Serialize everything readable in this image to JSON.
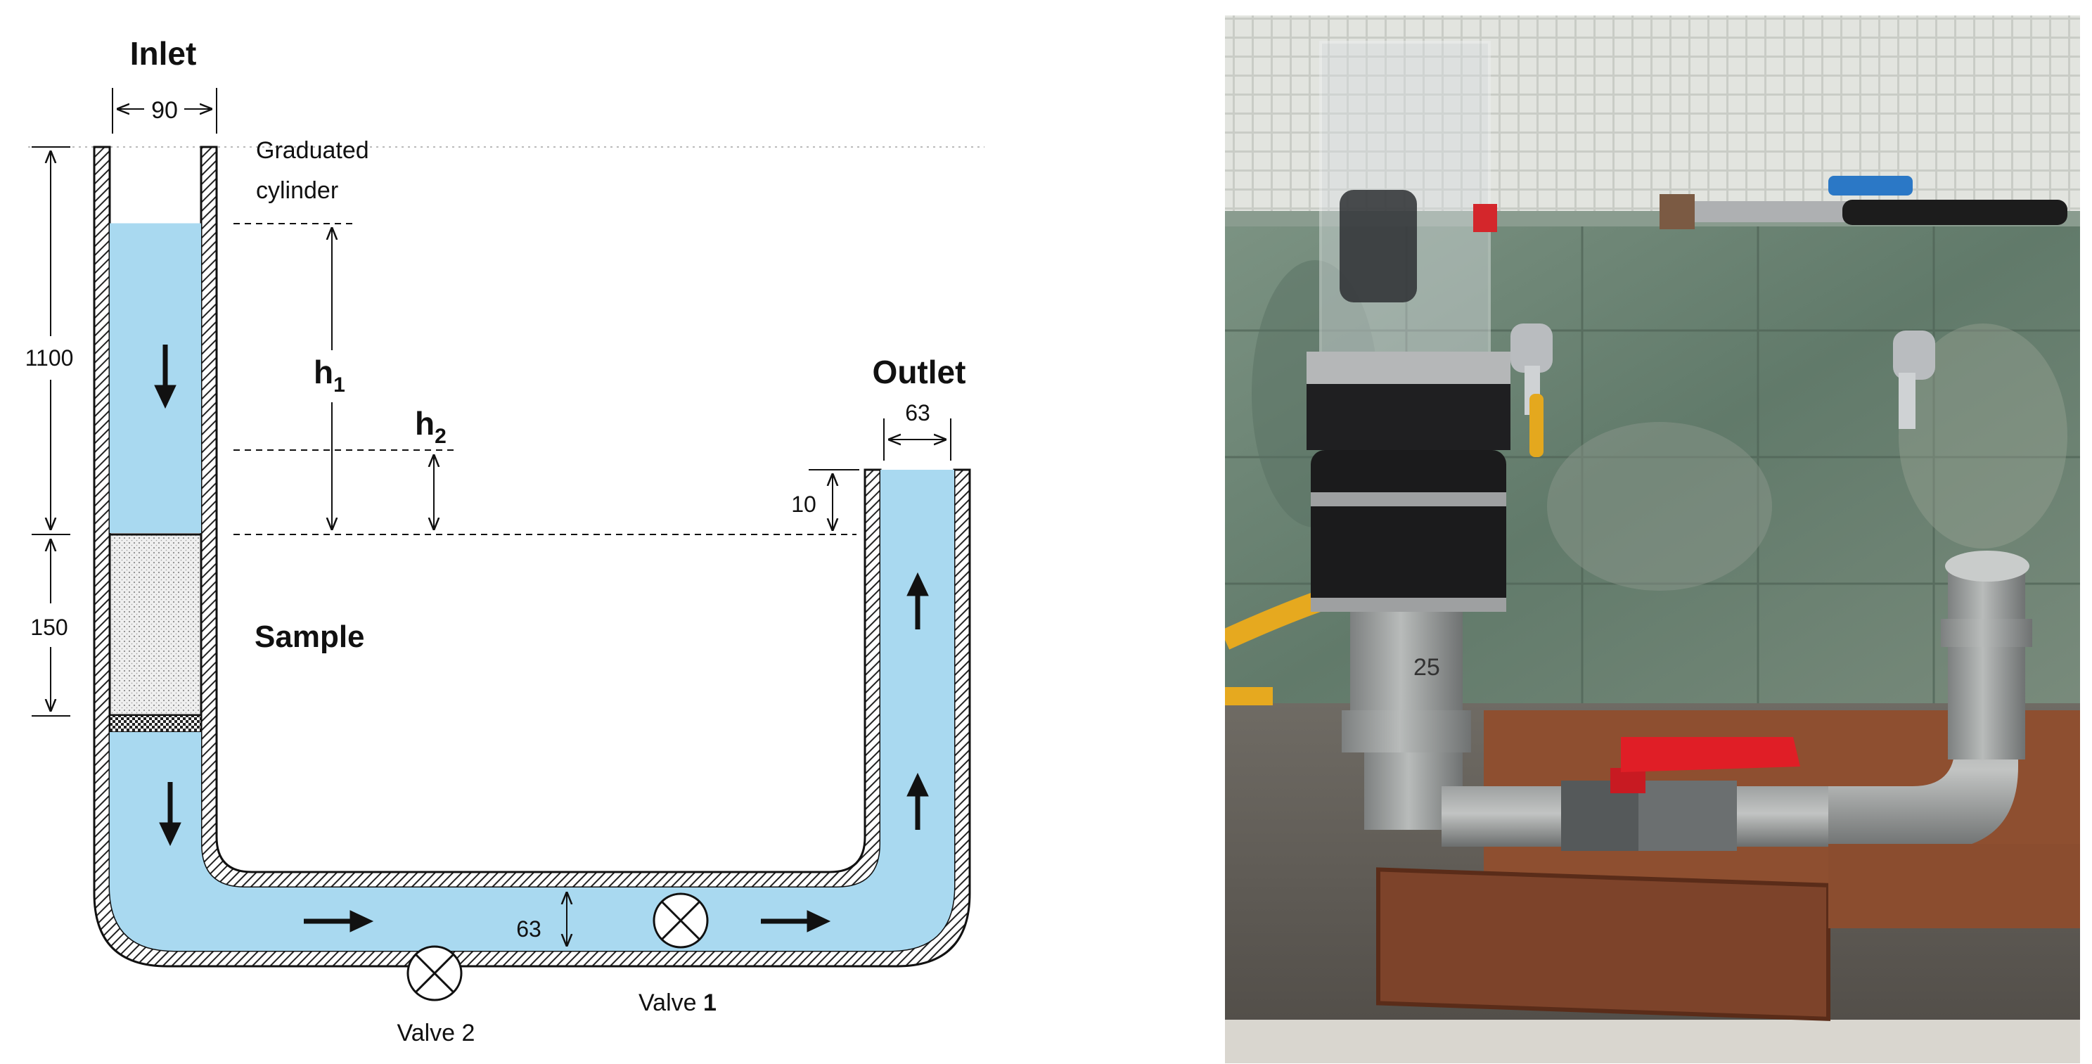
{
  "diagram": {
    "labels": {
      "inlet": "Inlet",
      "outlet": "Outlet",
      "graduated_line1": "Graduated",
      "graduated_line2": "cylinder",
      "sample": "Sample",
      "h1_main": "h",
      "h1_sub": "1",
      "h2_main": "h",
      "h2_sub": "2",
      "valve1_text": "Valve ",
      "valve1_num": "1",
      "valve2": "Valve 2"
    },
    "dimensions": {
      "inlet_width": "90",
      "outlet_width": "63",
      "cylinder_height": "1100",
      "sample_height": "150",
      "outlet_head": "10",
      "pipe_diameter": "63"
    },
    "colors": {
      "water": "#a9d9f0",
      "pipe_wall": "#2a2a2a",
      "sample_fill": "#ececec",
      "line": "#111111"
    }
  },
  "photo": {
    "tile_color": "#d6d9d3",
    "wall_color": "#6f8577",
    "pvc_color": "#a3a6a6",
    "valve_handle_color": "#e01e26",
    "board_color": "#8a4b2d"
  }
}
